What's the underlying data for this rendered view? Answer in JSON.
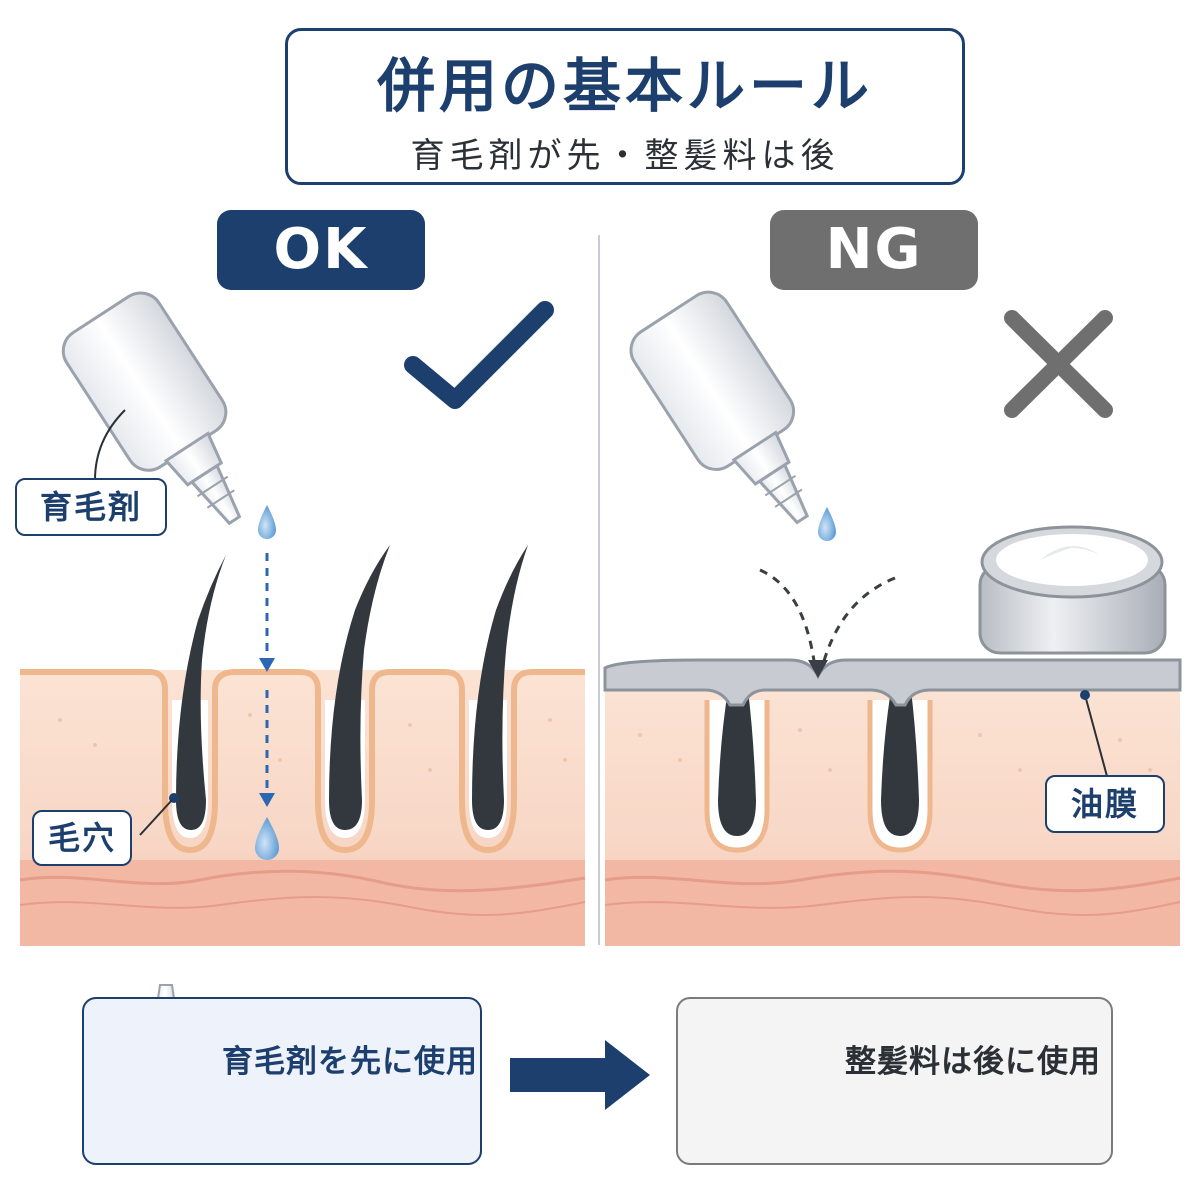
{
  "title": {
    "main": "併用の基本ルール",
    "sub": "育毛剤が先・整髪料は後"
  },
  "ok_panel": {
    "badge": "OK",
    "label_tonic": "育毛剤",
    "label_pore": "毛穴"
  },
  "ng_panel": {
    "badge": "NG",
    "label_film": "油膜"
  },
  "bottom": {
    "left_text": "育毛剤を先に使用",
    "right_text": "整髪料は後に使用"
  },
  "colors": {
    "navy": "#1d3f6e",
    "gray": "#6f6f6f",
    "skin": "#f7dccb",
    "skin_deep": "#f2b7a3",
    "drop": "#6fa7d8"
  },
  "icons": {
    "ok_mark": "check-icon",
    "ng_mark": "cross-icon",
    "arrow": "arrow-right-icon",
    "sparkle": "sparkle-icon"
  }
}
